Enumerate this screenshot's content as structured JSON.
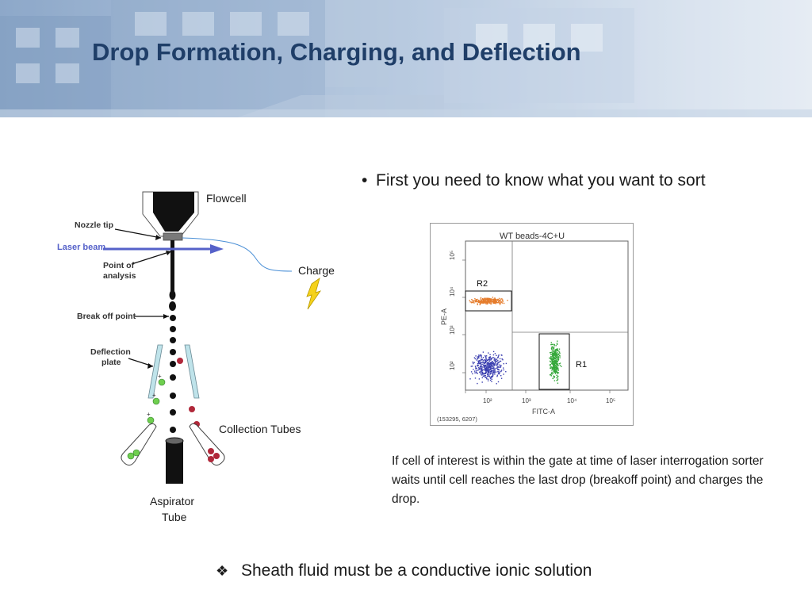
{
  "slide": {
    "title": "Drop Formation, Charging, and Deflection",
    "bullet_top": "First you need to know what you want to sort",
    "bullet_marker": "•",
    "description": "If cell of interest is within the gate at time of laser interrogation sorter waits until cell reaches the last drop (breakoff point) and charges the drop.",
    "bottom_marker": "❖",
    "bottom_bullet": "Sheath fluid must be a conductive ionic solution"
  },
  "diagram": {
    "labels": {
      "flowcell": "Flowcell",
      "charge": "Charge",
      "collection_tubes": "Collection Tubes",
      "aspirator_tube": "Aspirator",
      "aspirator_tube_2": "Tube",
      "nozzle_tip": "Nozzle tip",
      "laser_beam": "Laser beam",
      "point_of_analysis_1": "Point of",
      "point_of_analysis_2": "analysis",
      "break_off_point": "Break off point",
      "deflection_plate_1": "Deflection",
      "deflection_plate_2": "plate"
    },
    "colors": {
      "laser": "#5561c9",
      "charge_wire": "#4a8fd6",
      "bolt": "#f5d21b",
      "positive_drop": "#6fcf4f",
      "negative_drop": "#b0283a",
      "plate": "#bfe3ea"
    }
  },
  "plot": {
    "title": "WT beads-4C+U",
    "xlabel": "FITC-A",
    "ylabel": "PE-A",
    "footer": "(153295, 6207)",
    "x_ticks": [
      "10²",
      "10³",
      "10⁴",
      "10⁵"
    ],
    "y_ticks": [
      "10²",
      "10³",
      "10⁴",
      "10⁵"
    ],
    "gates": [
      {
        "name": "R2",
        "color": "#e07a2a"
      },
      {
        "name": "R1",
        "color": "#2aa02a"
      }
    ],
    "population_colors": {
      "r2": "#e57c2c",
      "r1": "#35a83a",
      "ungated": "#3b3fb0"
    }
  }
}
